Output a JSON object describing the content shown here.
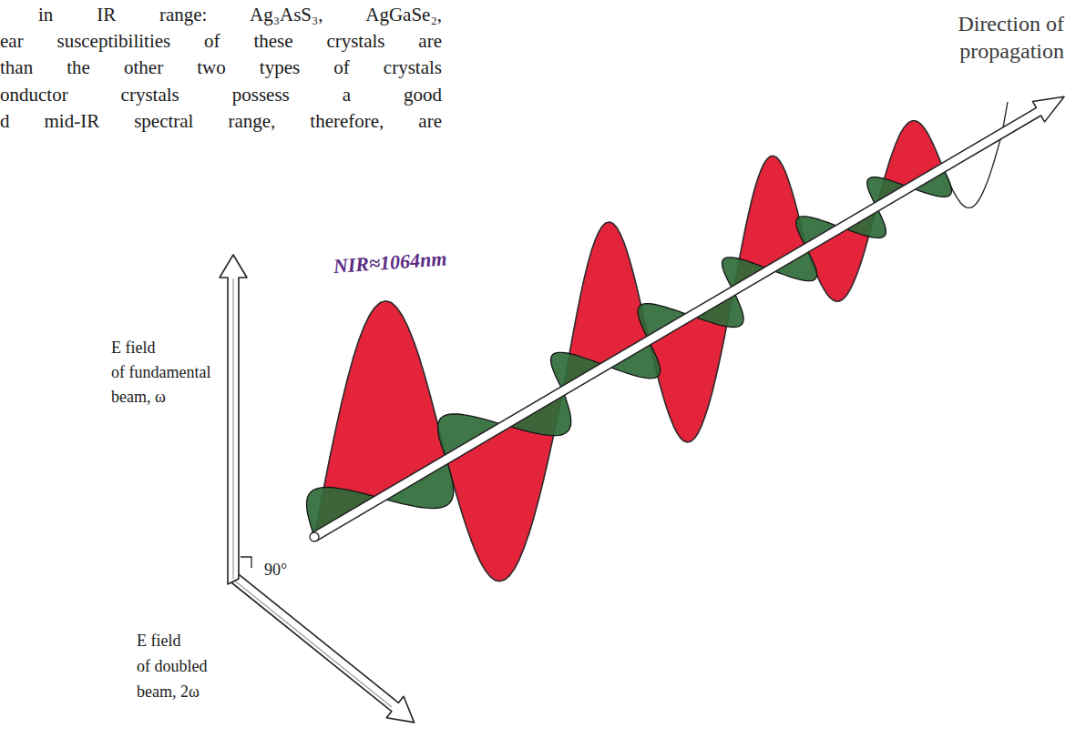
{
  "diagram": {
    "labels": [
      "in IR range: Ag₃AsS₃, AgGaSe₂,",
      "ear susceptibilities of these crystals are",
      "than the other two types of crystals",
      "onductor crystals possess a good",
      "d mid-IR spectral range, therefore, are",
      "Direction of",
      "propagation",
      "NIR≈1064nm",
      "E field",
      "of fundamental",
      "beam, ω",
      "90°",
      "E field",
      "of doubled",
      "beam, 2ω"
    ]
  }
}
